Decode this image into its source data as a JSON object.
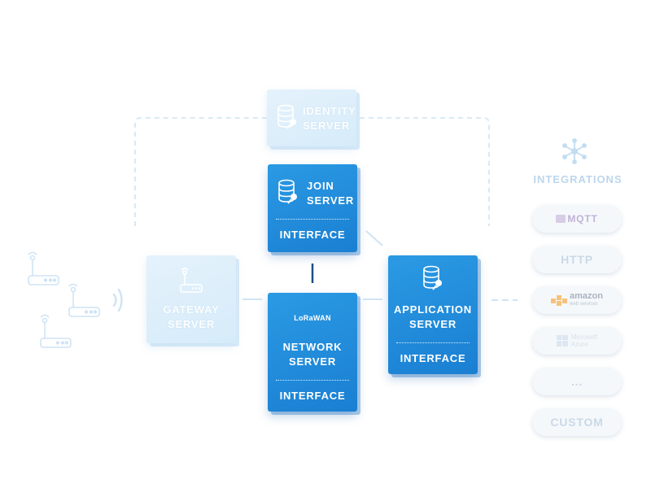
{
  "identity_server": {
    "title_line1": "IDENTITY",
    "title_line2": "SERVER"
  },
  "join_server": {
    "title_line1": "JOIN",
    "title_line2": "SERVER",
    "interface": "INTERFACE"
  },
  "gateway_server": {
    "title_line1": "GATEWAY",
    "title_line2": "SERVER"
  },
  "network_server": {
    "logo": "LoRaWAN",
    "title_line1": "NETWORK",
    "title_line2": "SERVER",
    "interface": "INTERFACE"
  },
  "application_server": {
    "title_line1": "APPLICATION",
    "title_line2": "SERVER",
    "interface": "INTERFACE"
  },
  "integrations": {
    "title": "INTEGRATIONS",
    "items": [
      {
        "label": "MQTT"
      },
      {
        "label": "HTTP"
      },
      {
        "label": "amazon",
        "sublabel": "web services"
      },
      {
        "label": "Microsoft",
        "sublabel": "Azure"
      },
      {
        "label": "..."
      },
      {
        "label": "CUSTOM"
      }
    ]
  },
  "colors": {
    "primary": "#1a7fd2",
    "faint": "#d6ebf9",
    "line": "#cfe4f5",
    "dark_line": "#1d4f86",
    "amazon": "#f29a1a"
  }
}
